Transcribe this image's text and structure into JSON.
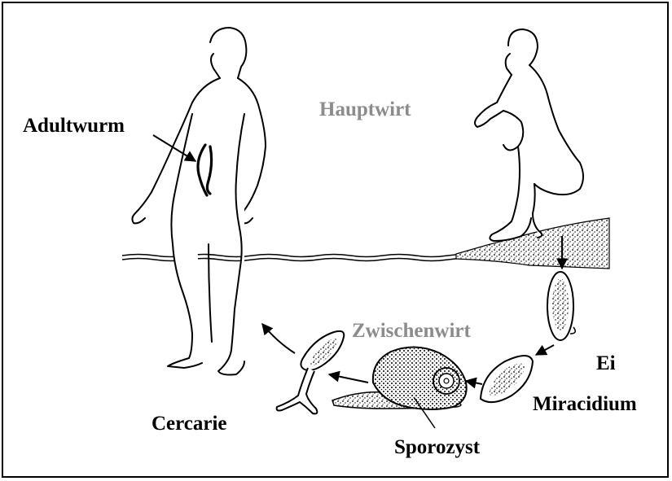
{
  "labels": {
    "adultwurm": "Adultwurm",
    "hauptwirt": "Hauptwirt",
    "zwischenwirt": "Zwischenwirt",
    "ei": "Ei",
    "miracidium": "Miracidium",
    "cercarie": "Cercarie",
    "sporozyst": "Sporozyst"
  },
  "colors": {
    "host_label": "#8c8c8c",
    "stage_label": "#000000"
  }
}
